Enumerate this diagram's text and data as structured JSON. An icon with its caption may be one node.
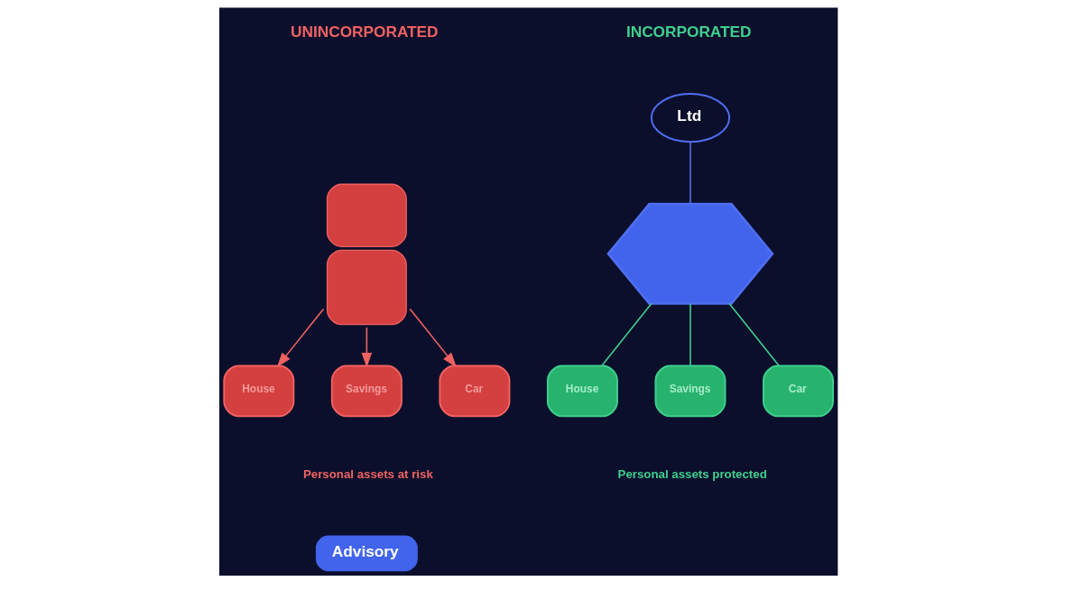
{
  "diagram": {
    "nodes": [
      {
        "text": [],
        "shape": "person"
      },
      {
        "text": [
          "House"
        ]
      },
      {
        "text": [
          "Savings"
        ]
      },
      {
        "text": [
          "Car"
        ]
      },
      {
        "text": [
          "Ltd"
        ]
      },
      {
        "text": [],
        "shape": "hexagon"
      },
      {
        "text": [
          "House"
        ]
      },
      {
        "text": [
          "Savings"
        ]
      },
      {
        "text": [
          "Car"
        ]
      },
      {
        "text": [
          "Advisory"
        ]
      }
    ],
    "edges": [
      {
        "from": 0,
        "to": 1,
        "arrow": "to",
        "color": "#f06262"
      },
      {
        "from": 0,
        "to": 2,
        "arrow": "to",
        "color": "#f06262"
      },
      {
        "from": 0,
        "to": 3,
        "arrow": "to",
        "color": "#f06262"
      },
      {
        "from": 4,
        "to": 5,
        "arrow": "none",
        "color": "#4f6ef0"
      },
      {
        "from": 5,
        "to": 6,
        "arrow": "none",
        "color": "#3ecf8e"
      },
      {
        "from": 5,
        "to": 7,
        "arrow": "none",
        "color": "#3ecf8e"
      },
      {
        "from": 5,
        "to": 8,
        "arrow": "none",
        "color": "#3ecf8e"
      }
    ],
    "labels": [
      "UNINCORPORATED",
      "INCORPORATED",
      "Personal assets protected",
      "Personal assets at risk"
    ]
  }
}
